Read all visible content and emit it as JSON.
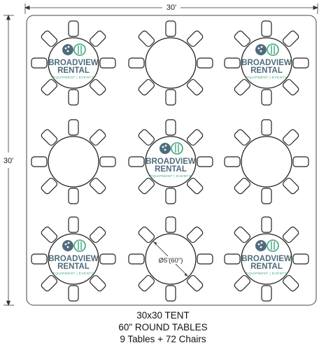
{
  "dimensions": {
    "width_label": "30'",
    "height_label": "30'"
  },
  "logo": {
    "line1": "BROADVIEW",
    "line2": "RENTAL",
    "tagline": "EQUIPMENT | EVENTS",
    "text_color": "#4f6b7c",
    "accent_color": "#3aa57a",
    "ball_color": "#4f6b7c"
  },
  "table_size_label": "Ø5'(60\")",
  "tables": [
    {
      "id": 1,
      "logo": true
    },
    {
      "id": 2,
      "logo": false
    },
    {
      "id": 3,
      "logo": true
    },
    {
      "id": 4,
      "logo": false
    },
    {
      "id": 5,
      "logo": true
    },
    {
      "id": 6,
      "logo": false
    },
    {
      "id": 7,
      "logo": true
    },
    {
      "id": 8,
      "logo": false,
      "size_label": true
    },
    {
      "id": 9,
      "logo": true
    }
  ],
  "caption": {
    "line1": "30x30 TENT",
    "line2": "60\" ROUND TABLES",
    "line3": "9 Tables + 72 Chairs"
  }
}
